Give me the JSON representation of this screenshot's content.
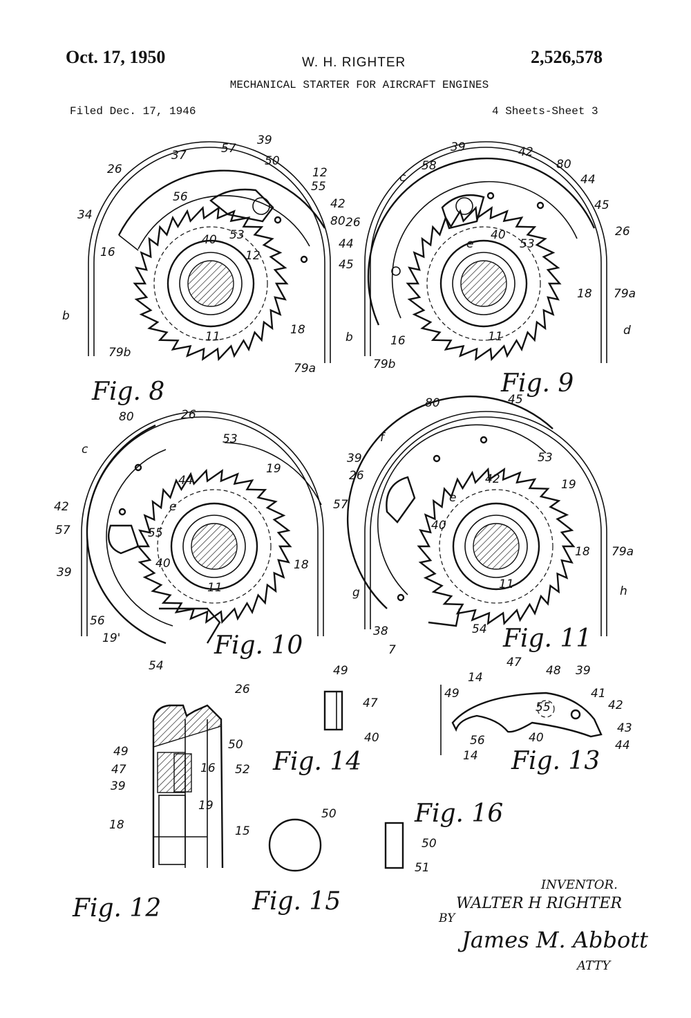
{
  "header": {
    "date": "Oct. 17, 1950",
    "inventor": "W. H. RIGHTER",
    "patent_number": "2,526,578",
    "title": "MECHANICAL STARTER FOR AIRCRAFT ENGINES",
    "filed": "Filed Dec. 17, 1946",
    "sheets": "4 Sheets-Sheet 3"
  },
  "figures": {
    "fig8": "Fig. 8",
    "fig9": "Fig. 9",
    "fig10": "Fig. 10",
    "fig11": "Fig. 11",
    "fig12": "Fig. 12",
    "fig13": "Fig. 13",
    "fig14": "Fig. 14",
    "fig15": "Fig. 15",
    "fig16": "Fig. 16"
  },
  "labels": {
    "fig8": [
      "26",
      "37",
      "57",
      "39",
      "50",
      "12",
      "55",
      "42",
      "80",
      "44",
      "45",
      "34",
      "56",
      "16",
      "40",
      "53",
      "12",
      "18",
      "11",
      "b",
      "79b",
      "79a"
    ],
    "fig9": [
      "39",
      "42",
      "80",
      "44",
      "45",
      "58",
      "c",
      "26",
      "26",
      "40",
      "53",
      "e",
      "18",
      "79a",
      "b",
      "16",
      "79b",
      "d",
      "11"
    ],
    "fig10": [
      "80",
      "26",
      "53",
      "c",
      "19",
      "44",
      "42",
      "e",
      "55",
      "57",
      "40",
      "18",
      "39",
      "11",
      "56",
      "19'",
      "54"
    ],
    "fig11": [
      "80",
      "45",
      "f",
      "53",
      "39",
      "42",
      "19",
      "26",
      "57",
      "e",
      "40",
      "18",
      "79a",
      "g",
      "h",
      "38",
      "54",
      "7",
      "11"
    ],
    "fig12": [
      "26",
      "49",
      "50",
      "47",
      "16",
      "52",
      "39",
      "19",
      "18",
      "15"
    ],
    "fig13": [
      "14",
      "47",
      "48",
      "39",
      "49",
      "55",
      "41",
      "42",
      "56",
      "40",
      "43",
      "44",
      "14"
    ],
    "fig14": [
      "49",
      "47",
      "40"
    ],
    "fig15": [
      "50"
    ],
    "fig16": [
      "50",
      "51"
    ]
  },
  "signature": {
    "inventor_label": "INVENTOR.",
    "inventor_name": "WALTER H RIGHTER",
    "by": "BY",
    "attorney": "James M. Abbott",
    "atty": "ATTY"
  },
  "colors": {
    "ink": "#111111",
    "paper": "#ffffff"
  }
}
